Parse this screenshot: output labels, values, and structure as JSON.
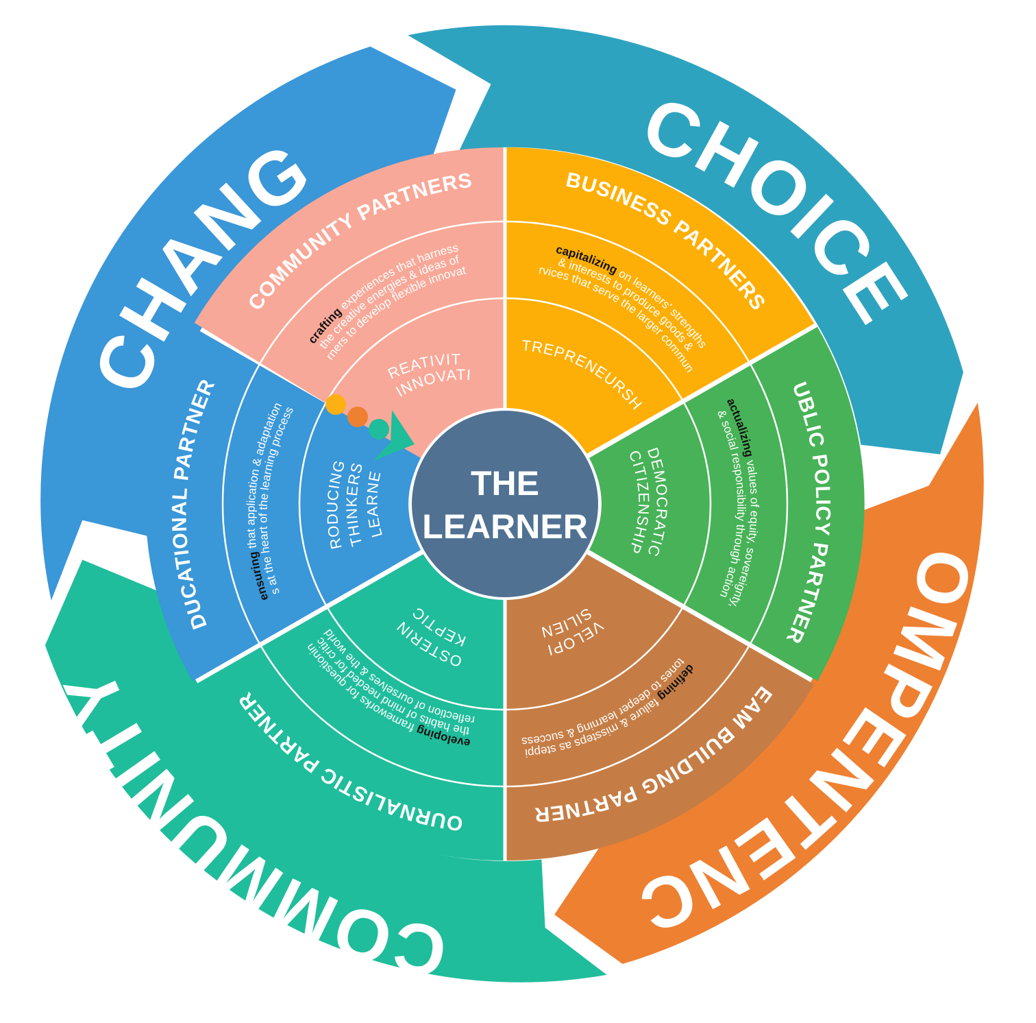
{
  "colors": {
    "change": "#3a97d8",
    "choice": "#2ea3bf",
    "compentency": "#ee8032",
    "community_band": "#1fbd9b",
    "community_partners": "#f8a898",
    "business_partners": "#fdaf07",
    "public_policy_partners": "#47b257",
    "team_building_partners": "#c57d45",
    "journalistic_partners": "#1fbd9b",
    "educational_partners": "#3a97d8",
    "center": "#507192",
    "keyword": "#111111",
    "text": "#ffffff"
  },
  "outer_bands": {
    "change": "CHANGE",
    "choice": "CHOICE",
    "compentency": "COMPENTENCY",
    "community": "COMMUNITY"
  },
  "center": {
    "line1": "THE",
    "line2": "LEARNER"
  },
  "segments": {
    "community_partners": {
      "partner": "COMMUNITY PARTNERS",
      "keyword": "crafting",
      "desc_line1_rest": " experiences that harness",
      "desc_line2": "the creative energies & ideas of",
      "desc_line3": "learners to develop flexible innovators",
      "core_line1": "CREATIVITY",
      "core_line2": "& INNOVATION"
    },
    "business_partners": {
      "partner": "BUSINESS PARTNERS",
      "keyword": "capitalizing",
      "desc_line1_rest": " on learners' strengths",
      "desc_line2": "& interests to produce goods &",
      "desc_line3": "services that serve the larger community",
      "core_line1": "ENTREPRENEURSHIP"
    },
    "public_policy_partners": {
      "partner": "PUBLIC POLICY PARTNERS",
      "keyword": "actualizing",
      "desc_line1_rest": " values of equity, sovereignty,",
      "desc_line2": "& social responsibility through action",
      "core_line1": "DEMOCRATIC",
      "core_line2": "CITIZENSHIP"
    },
    "team_building_partners": {
      "partner": "TEAM BUILDING PARTNERS",
      "keyword": "redefining",
      "desc_line1_rest": " failure & missteps as stepping",
      "desc_line2": "stones to deeper learning & success.",
      "core_line1": "DEVELOPING",
      "core_line2": "RESILIENCE"
    },
    "journalistic_partners": {
      "partner": "JOURNALISTIC PARTNERS",
      "keyword": "developing",
      "desc_line1_rest": " frameworks for questioning",
      "desc_line2": "& the habits of mind needed for critical",
      "desc_line3": "reflection of ourselves & the world",
      "core_line1": "FOSTERING",
      "core_line2": "SKEPTICS"
    },
    "educational_partners": {
      "partner": "EDUCATIONAL PARTNERS",
      "keyword": "ensuring",
      "desc_line1_rest": " that application & adaptation",
      "desc_line2": "is at the heart of the learning process",
      "core_line1": "PRODUCING",
      "core_line2": "THINKERS",
      "core_line3": "& LEARNERS"
    }
  },
  "logo_dots": [
    "#fdb014",
    "#ee8032",
    "#1fbd9b"
  ]
}
